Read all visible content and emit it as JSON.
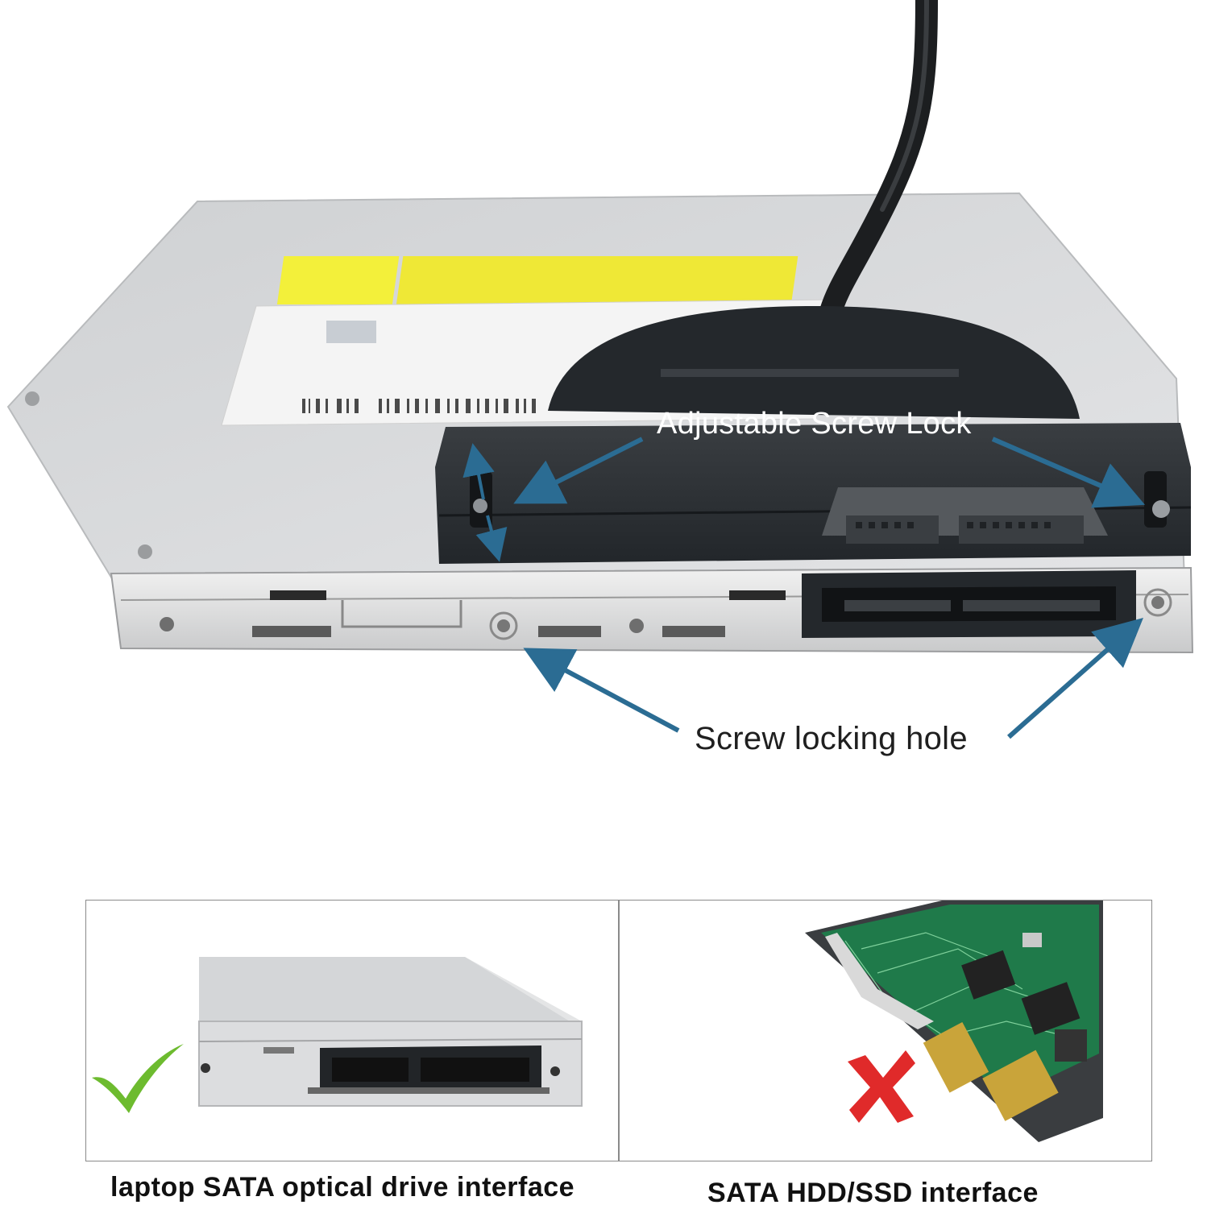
{
  "annotations": {
    "adjustable_screw_lock": "Adjustable Screw Lock",
    "screw_locking_hole": "Screw locking hole"
  },
  "comparison": {
    "compatible": {
      "caption": "laptop SATA optical drive interface",
      "mark": "check-icon"
    },
    "incompatible": {
      "caption": "SATA HDD/SSD interface",
      "mark": "cross-icon"
    }
  },
  "colors": {
    "arrow": "#2b6c93",
    "check": "#6dbb2f",
    "cross": "#e02a2a",
    "adapter": "#2e3236",
    "drive_silver": "#d6d8da",
    "pcb_green": "#1f7a4a"
  }
}
